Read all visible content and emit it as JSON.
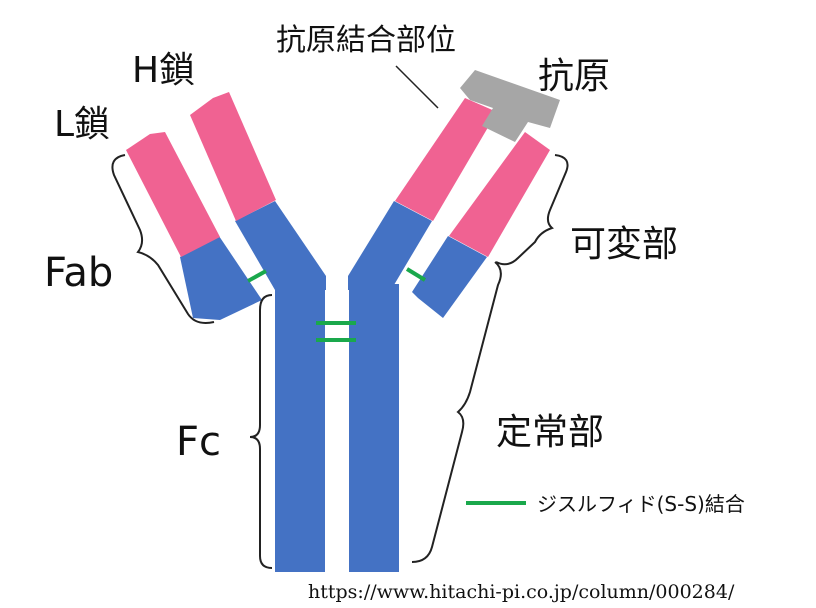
{
  "labels": {
    "antigen_binding_site": "抗原結合部位",
    "h_chain": "H鎖",
    "l_chain": "L鎖",
    "antigen": "抗原",
    "variable_region": "可変部",
    "fab": "Fab",
    "fc": "Fc",
    "constant_region": "定常部",
    "disulfide_bond": "ジスルフィド(S-S)結合"
  },
  "source_url": "https://www.hitachi-pi.co.jp/column/000284/",
  "colors": {
    "heavy_chain": "#4472c4",
    "variable": "#f06292",
    "antigen": "#a6a6a6",
    "disulfide": "#1aa84c",
    "bracket": "#222222",
    "text": "#111111"
  }
}
